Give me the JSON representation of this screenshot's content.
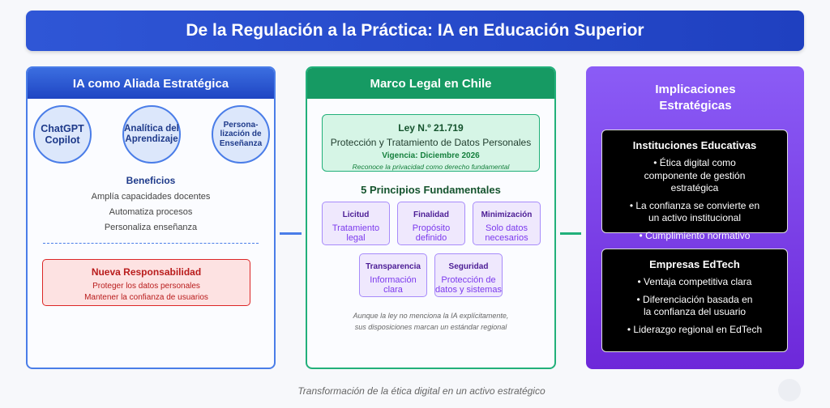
{
  "title": "De la Regulación a la Práctica: IA en Educación Superior",
  "left": {
    "header": "IA como Aliada Estratégica",
    "circles": [
      "ChatGPT Copilot",
      "Analítica del Aprendizaje",
      "Persona-lización de Enseñanza"
    ],
    "benefits_title": "Beneficios",
    "benefits": [
      "Amplía capacidades docentes",
      "Automatiza procesos",
      "Personaliza enseñanza"
    ],
    "responsibility": {
      "title": "Nueva Responsabilidad",
      "items": [
        "Proteger los datos personales",
        "Mantener la confianza de usuarios"
      ]
    }
  },
  "middle": {
    "header": "Marco Legal en Chile",
    "law": {
      "name": "Ley N.º 21.719",
      "subtitle": "Protección y Tratamiento de Datos Personales",
      "vigencia": "Vigencia: Diciembre 2026",
      "note": "Reconoce la privacidad como derecho fundamental"
    },
    "principles_title": "5 Principios Fundamentales",
    "principles": [
      {
        "name": "Licitud",
        "desc": "Tratamiento legal"
      },
      {
        "name": "Finalidad",
        "desc": "Propósito definido"
      },
      {
        "name": "Minimización",
        "desc": "Solo datos necesarios"
      },
      {
        "name": "Transparencia",
        "desc": "Información clara"
      },
      {
        "name": "Seguridad",
        "desc": "Protección de datos y sistemas"
      }
    ],
    "note": [
      "Aunque la ley no menciona la IA explícitamente,",
      "sus disposiciones marcan un estándar regional"
    ]
  },
  "right": {
    "header": "Implicaciones Estratégicas",
    "boxes": [
      {
        "title": "Instituciones Educativas",
        "items": [
          "• Ética digital como componente de gestión estratégica",
          "• La confianza se convierte en un activo institucional",
          "• Cumplimiento normativo"
        ]
      },
      {
        "title": "Empresas EdTech",
        "items": [
          "• Ventaja competitiva clara",
          "• Diferenciación basada en la confianza del usuario",
          "• Liderazgo regional en EdTech"
        ]
      }
    ]
  },
  "footer": "Transformación de la ética digital en un activo estratégico"
}
